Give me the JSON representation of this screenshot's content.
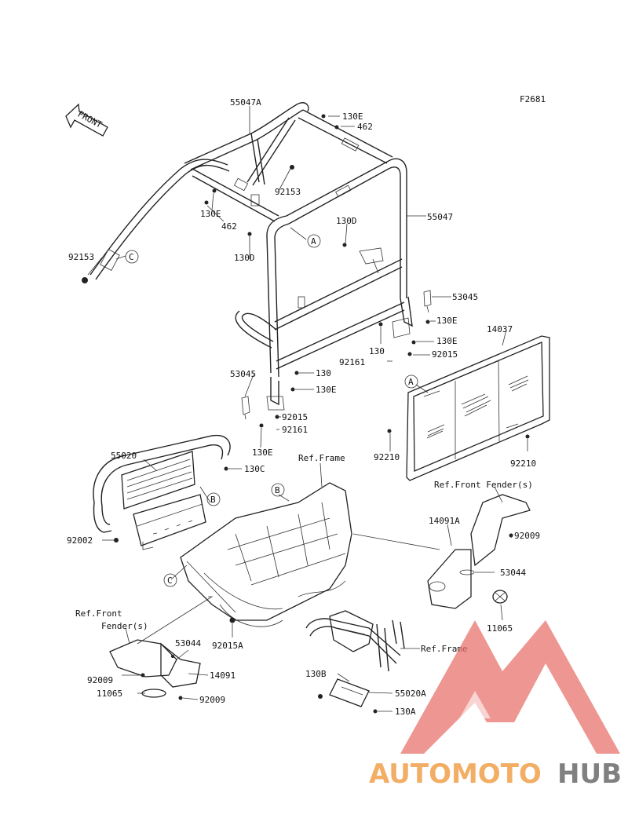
{
  "figure_code": "F2681",
  "front_arrow": "FRONT",
  "callouts": [
    "A",
    "B",
    "C"
  ],
  "parts": [
    {
      "id": "p-55047a",
      "label": "55047A"
    },
    {
      "id": "p-130e-top",
      "label": "130E"
    },
    {
      "id": "p-462-top",
      "label": "462"
    },
    {
      "id": "p-92153-mid",
      "label": "92153"
    },
    {
      "id": "p-130e-left",
      "label": "130E"
    },
    {
      "id": "p-462-left",
      "label": "462"
    },
    {
      "id": "p-55047",
      "label": "55047"
    },
    {
      "id": "p-130d-right",
      "label": "130D"
    },
    {
      "id": "p-92153-left",
      "label": "92153"
    },
    {
      "id": "p-130d-left",
      "label": "130D"
    },
    {
      "id": "p-53045-right",
      "label": "53045"
    },
    {
      "id": "p-130e-r1",
      "label": "130E"
    },
    {
      "id": "p-14037",
      "label": "14037"
    },
    {
      "id": "p-130-right",
      "label": "130"
    },
    {
      "id": "p-130e-r2",
      "label": "130E"
    },
    {
      "id": "p-92161-right",
      "label": "92161"
    },
    {
      "id": "p-92015-right",
      "label": "92015"
    },
    {
      "id": "p-53045-left",
      "label": "53045"
    },
    {
      "id": "p-130-left",
      "label": "130"
    },
    {
      "id": "p-130e-l2",
      "label": "130E"
    },
    {
      "id": "p-92015-left",
      "label": "92015"
    },
    {
      "id": "p-92161-left",
      "label": "92161"
    },
    {
      "id": "p-130e-bottom",
      "label": "130E"
    },
    {
      "id": "p-92210-left",
      "label": "92210"
    },
    {
      "id": "p-92210-right",
      "label": "92210"
    },
    {
      "id": "p-55020",
      "label": "55020"
    },
    {
      "id": "p-130c",
      "label": "130C"
    },
    {
      "id": "p-ref-frame-top",
      "label": "Ref.Frame"
    },
    {
      "id": "p-ref-front-fender-right",
      "label": "Ref.Front Fender(s)"
    },
    {
      "id": "p-92002",
      "label": "92002"
    },
    {
      "id": "p-14091a",
      "label": "14091A"
    },
    {
      "id": "p-92009-right",
      "label": "92009"
    },
    {
      "id": "p-53044-right",
      "label": "53044"
    },
    {
      "id": "p-11065-right",
      "label": "11065"
    },
    {
      "id": "p-ref-front-left-1",
      "label": "Ref.Front"
    },
    {
      "id": "p-ref-front-left-2",
      "label": "Fender(s)"
    },
    {
      "id": "p-53044-left",
      "label": "53044"
    },
    {
      "id": "p-92015a",
      "label": "92015A"
    },
    {
      "id": "p-ref-frame-bottom",
      "label": "Ref.Frame"
    },
    {
      "id": "p-92009-left",
      "label": "92009"
    },
    {
      "id": "p-14091",
      "label": "14091"
    },
    {
      "id": "p-11065-left",
      "label": "11065"
    },
    {
      "id": "p-92009-bottom",
      "label": "92009"
    },
    {
      "id": "p-130b",
      "label": "130B"
    },
    {
      "id": "p-55020a",
      "label": "55020A"
    },
    {
      "id": "p-130a",
      "label": "130A"
    }
  ],
  "watermark": {
    "part1": "AUTOMOTO",
    "part2": "HUB"
  },
  "colors": {
    "line": "#222222",
    "watermark_red": "#e8736c",
    "watermark_orange": "#f0a04b",
    "watermark_gray": "#6b6b6b"
  }
}
